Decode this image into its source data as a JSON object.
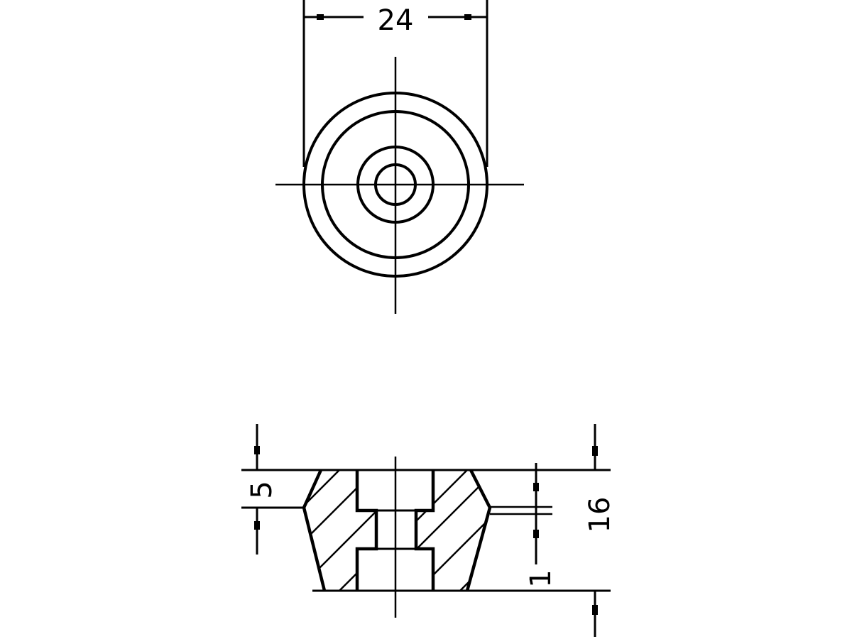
{
  "drawing": {
    "type": "technical-drawing",
    "views": [
      "top-view",
      "section-view"
    ],
    "line_color": "#000000",
    "background": "#ffffff"
  },
  "top_view": {
    "dimension_width": "24",
    "circles_count": 4
  },
  "section_view": {
    "dimension_top_chamfer": "5",
    "dimension_height": "16",
    "dimension_step": "1"
  }
}
